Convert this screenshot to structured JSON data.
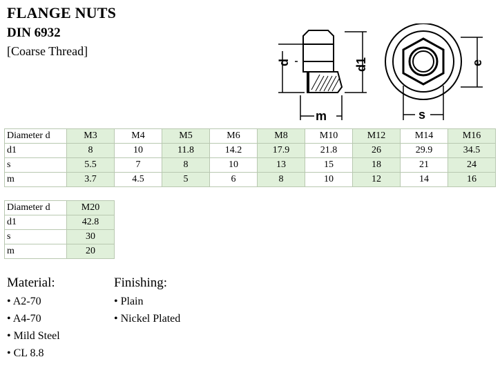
{
  "header": {
    "title": "FLANGE NUTS",
    "standard": "DIN 6932",
    "thread_note": "[Coarse Thread]"
  },
  "drawing": {
    "dim_d": "d",
    "dim_d1": "d1",
    "dim_m": "m",
    "dim_s": "s",
    "dim_e": "e"
  },
  "table1": {
    "row_labels": [
      "Diameter d",
      "d1",
      "s",
      "m"
    ],
    "sizes": [
      "M3",
      "M4",
      "M5",
      "M6",
      "M8",
      "M10",
      "M12",
      "M14",
      "M16"
    ],
    "d1": [
      "8",
      "10",
      "11.8",
      "14.2",
      "17.9",
      "21.8",
      "26",
      "29.9",
      "34.5"
    ],
    "s": [
      "5.5",
      "7",
      "8",
      "10",
      "13",
      "15",
      "18",
      "21",
      "24"
    ],
    "m": [
      "3.7",
      "4.5",
      "5",
      "6",
      "8",
      "10",
      "12",
      "14",
      "16"
    ]
  },
  "table2": {
    "row_labels": [
      "Diameter d",
      "d1",
      "s",
      "m"
    ],
    "sizes": [
      "M20"
    ],
    "d1": [
      "42.8"
    ],
    "s": [
      "30"
    ],
    "m": [
      "20"
    ]
  },
  "material": {
    "heading": "Material:",
    "items": [
      "• A2-70",
      "• A4-70",
      "• Mild Steel",
      "• CL 8.8"
    ]
  },
  "finishing": {
    "heading": "Finishing:",
    "items": [
      "• Plain",
      "• Nickel Plated"
    ]
  },
  "colors": {
    "cell_highlight": "#e0f0da",
    "border": "#b8c8b0"
  }
}
